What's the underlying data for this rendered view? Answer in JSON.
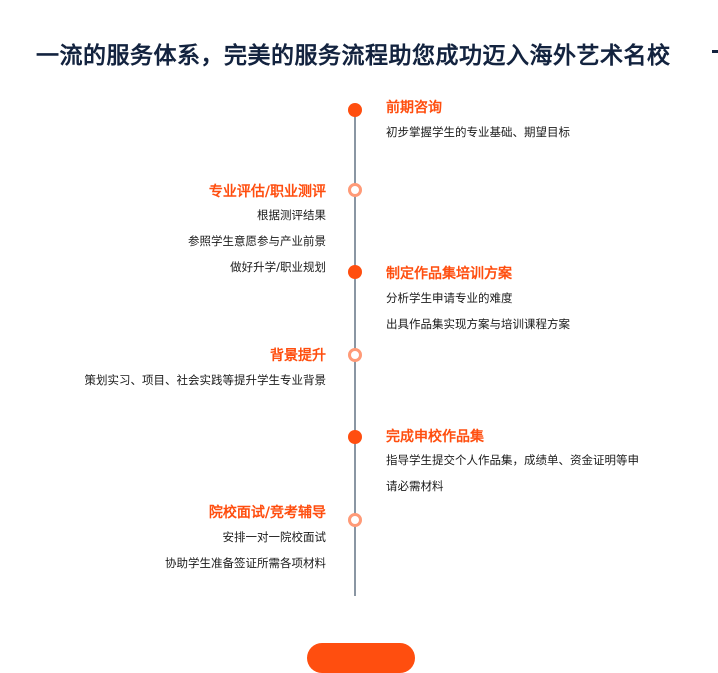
{
  "title": "一流的服务体系，完美的服务流程助您成功迈入海外艺术名校",
  "steps": [
    {
      "title": "前期咨询",
      "lines": [
        "初步掌握学生的专业基础、期望目标"
      ]
    },
    {
      "title": "专业评估/职业测评",
      "lines": [
        "根据测评结果",
        "参照学生意愿参与产业前景",
        "做好升学/职业规划"
      ]
    },
    {
      "title": "制定作品集培训方案",
      "lines": [
        "分析学生申请专业的难度",
        "出具作品集实现方案与培训课程方案"
      ]
    },
    {
      "title": "背景提升",
      "lines": [
        "策划实习、项目、社会实践等提升学生专业背景"
      ]
    },
    {
      "title": "完成申校作品集",
      "lines": [
        "指导学生提交个人作品集，成绩单、资金证明等申",
        "请必需材料"
      ]
    },
    {
      "title": "院校面试/竞考辅导",
      "lines": [
        "安排一对一院校面试",
        "协助学生准备签证所需各项材料"
      ]
    }
  ]
}
